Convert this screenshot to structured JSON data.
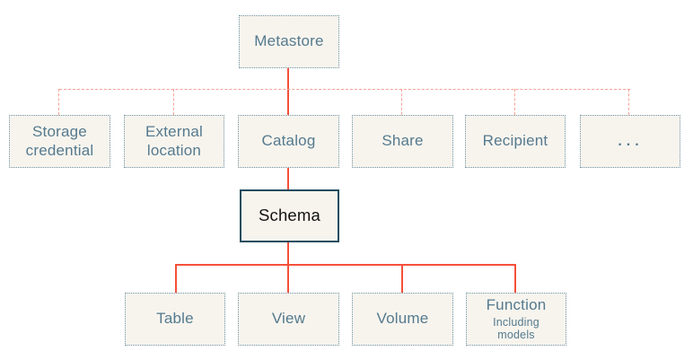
{
  "palette": {
    "background": "#ffffff",
    "box_fill": "#f7f4ee",
    "box_border": "#6e93a4",
    "box_text": "#557a8e",
    "schema_border": "#1e4d5f",
    "schema_text": "#131313",
    "solid_line": "#f5503a",
    "dashed_line": "#f8a094"
  },
  "diagram": {
    "metastore": {
      "label": "Metastore"
    },
    "level2": [
      {
        "label": "Storage credential"
      },
      {
        "label": "External location"
      },
      {
        "label": "Catalog"
      },
      {
        "label": "Share"
      },
      {
        "label": "Recipient"
      },
      {
        "label": "..."
      }
    ],
    "schema": {
      "label": "Schema"
    },
    "level4": [
      {
        "label": "Table"
      },
      {
        "label": "View"
      },
      {
        "label": "Volume"
      },
      {
        "label": "Function",
        "sublabel": "Including models"
      }
    ]
  }
}
